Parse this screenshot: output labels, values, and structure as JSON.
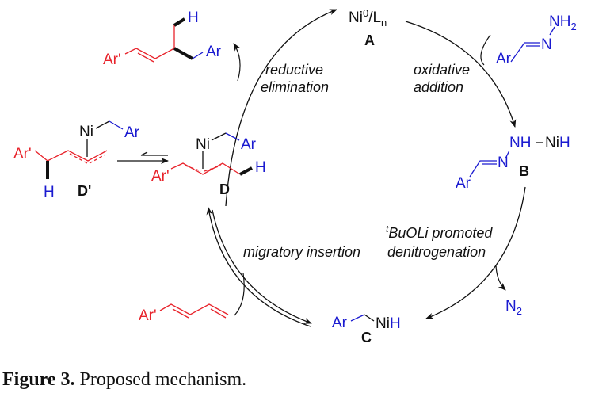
{
  "colors": {
    "red": "#e8232b",
    "blue": "#1a1ad0",
    "black": "#111111"
  },
  "catalyst_A": {
    "ni": "Ni",
    "ox": "0",
    "sep": "/L",
    "sub": "n",
    "label": "A"
  },
  "reagent_hydrazone": {
    "nh2": "NH",
    "nh2_sub": "2",
    "n": "N",
    "ar": "Ar"
  },
  "intermediate_B": {
    "nh": "NH",
    "ni": "Ni",
    "h": "H",
    "n": "N",
    "ar": "Ar",
    "label": "B"
  },
  "intermediate_C": {
    "ar": "Ar",
    "ni": "Ni",
    "h": "H",
    "label": "C"
  },
  "byproduct": {
    "n": "N",
    "sub": "2"
  },
  "intermediate_D": {
    "ni": "Ni",
    "ar": "Ar",
    "arp": "Ar'",
    "h": "H",
    "label": "D"
  },
  "intermediate_Dp": {
    "ni": "Ni",
    "ar": "Ar",
    "arp": "Ar'",
    "h": "H",
    "label": "D'"
  },
  "product": {
    "arp": "Ar'",
    "ar": "Ar",
    "h": "H"
  },
  "diene": {
    "arp": "Ar'"
  },
  "steps": {
    "reductive_1": "reductive",
    "reductive_2": "elimination",
    "oxidative_1": "oxidative",
    "oxidative_2": "addition",
    "denitro_sup": "t",
    "denitro_1": "BuOLi promoted",
    "denitro_2": "denitrogenation",
    "migratory": "migratory insertion"
  },
  "caption": {
    "label": "Figure 3.",
    "text": " Proposed mechanism."
  }
}
